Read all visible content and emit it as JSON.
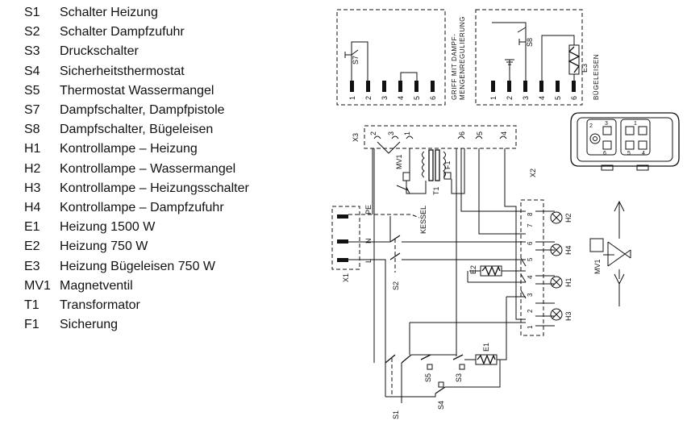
{
  "legend": [
    {
      "code": "S1",
      "desc": "Schalter Heizung"
    },
    {
      "code": "S2",
      "desc": "Schalter Dampfzufuhr"
    },
    {
      "code": "S3",
      "desc": "Druckschalter"
    },
    {
      "code": "S4",
      "desc": "Sicherheitsthermostat"
    },
    {
      "code": "S5",
      "desc": "Thermostat Wassermangel"
    },
    {
      "code": "S7",
      "desc": "Dampfschalter, Dampfpistole"
    },
    {
      "code": "S8",
      "desc": "Dampfschalter, Bügeleisen"
    },
    {
      "code": "H1",
      "desc": "Kontrollampe – Heizung"
    },
    {
      "code": "H2",
      "desc": "Kontrollampe – Wassermangel"
    },
    {
      "code": "H3",
      "desc": "Kontrollampe – Heizungsschalter"
    },
    {
      "code": "H4",
      "desc": "Kontrollampe – Dampfzufuhr"
    },
    {
      "code": "E1",
      "desc": "Heizung 1500 W"
    },
    {
      "code": "E2",
      "desc": "Heizung   750 W"
    },
    {
      "code": "E3",
      "desc": "Heizung Bügeleisen 750 W"
    },
    {
      "code": "MV1",
      "desc": "Magnetventil"
    },
    {
      "code": "T1",
      "desc": "Transformator"
    },
    {
      "code": "F1",
      "desc": "Sicherung"
    }
  ],
  "diagram": {
    "grip_box_label": "GRIFF MIT DAMPF-\nMENGENREGULIERUNG",
    "grip_label_line1": "GRIFF MIT DAMPF-",
    "grip_label_line2": "MENGENREGULIERUNG",
    "iron_label": "BÜGELEISEN",
    "left_pins": [
      "1",
      "2",
      "3",
      "4",
      "5",
      "6"
    ],
    "right_pins": [
      "1",
      "2",
      "3",
      "4",
      "5",
      "6"
    ],
    "x3_label": "X3",
    "x3_pins": [
      "2",
      "3",
      "1",
      "6",
      "5",
      "4"
    ],
    "x2_label": "X2",
    "x2_pins": [
      "8",
      "7",
      "6",
      "5",
      "4",
      "3",
      "2",
      "1"
    ],
    "x1_label": "X1",
    "x1_pins": [
      "PE",
      "N",
      "L"
    ],
    "kessel_label": "KESSEL",
    "components": {
      "s7": "S7",
      "s8": "S8",
      "e3": "E3",
      "mv1": "MV1",
      "t1": "T1",
      "f1": "F1",
      "e2": "E2",
      "e1": "E1",
      "s2": "S2",
      "s1": "S1",
      "s5": "S5",
      "s3": "S3",
      "s4": "S4",
      "h1": "H1",
      "h2": "H2",
      "h3": "H3",
      "h4": "H4",
      "mv1_valve": "MV1"
    },
    "connector_numbers_top": [
      "2",
      "3",
      "1"
    ],
    "connector_numbers_bottom": [
      "6",
      "5",
      "4"
    ]
  }
}
